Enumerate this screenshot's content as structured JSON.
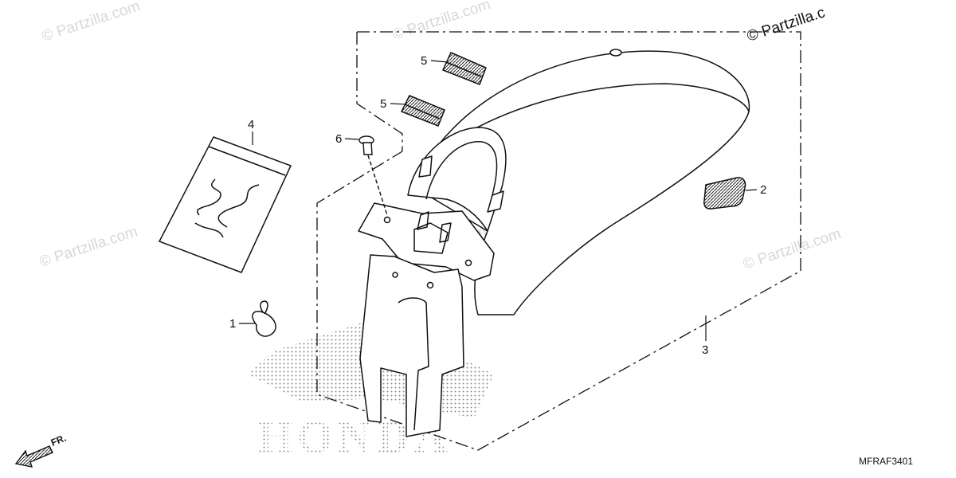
{
  "watermark": {
    "brand": "© Partzilla.com",
    "corner": "© Partzilla.c"
  },
  "diagram_code": "MFRAF3401",
  "direction_label": "FR.",
  "logo_text": "HONDA",
  "callouts": [
    {
      "id": "1",
      "label": "1"
    },
    {
      "id": "2",
      "label": "2"
    },
    {
      "id": "3",
      "label": "3"
    },
    {
      "id": "4",
      "label": "4"
    },
    {
      "id": "5a",
      "label": "5"
    },
    {
      "id": "5b",
      "label": "5"
    },
    {
      "id": "6",
      "label": "6"
    }
  ],
  "colors": {
    "line": "#111111",
    "watermark": "#d8d8d8",
    "stipple": "#8c8c8c"
  }
}
